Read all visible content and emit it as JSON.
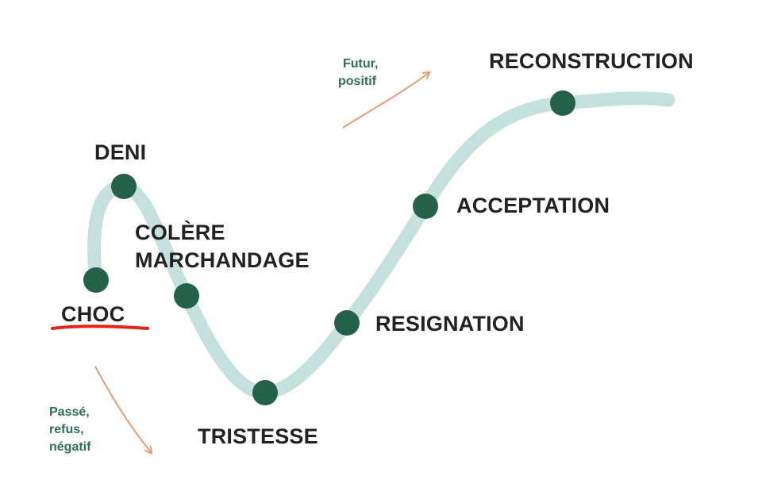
{
  "colors": {
    "curve": "#c5e1dd",
    "node": "#23614b",
    "label": "#222222",
    "note": "#2f6e5a",
    "arrow": "#ea9a72",
    "underline": "#e52318"
  },
  "stages": [
    {
      "id": "choc",
      "label": "CHOC",
      "underlined": true
    },
    {
      "id": "deni",
      "label": "DENI"
    },
    {
      "id": "colere",
      "label": "COLÈRE\nMARCHANDAGE"
    },
    {
      "id": "tristesse",
      "label": "TRISTESSE"
    },
    {
      "id": "resignation",
      "label": "RESIGNATION"
    },
    {
      "id": "acceptation",
      "label": "ACCEPTATION"
    },
    {
      "id": "reconstruction",
      "label": "RECONSTRUCTION"
    }
  ],
  "notes": {
    "future": {
      "line1": "Futur,",
      "line2": "positif"
    },
    "past": {
      "line1": "Passé,",
      "line2": "refus,",
      "line3": "négatif"
    }
  },
  "icons": {
    "future_arrow": "arrow-up-right-icon",
    "past_arrow": "arrow-down-right-icon"
  }
}
